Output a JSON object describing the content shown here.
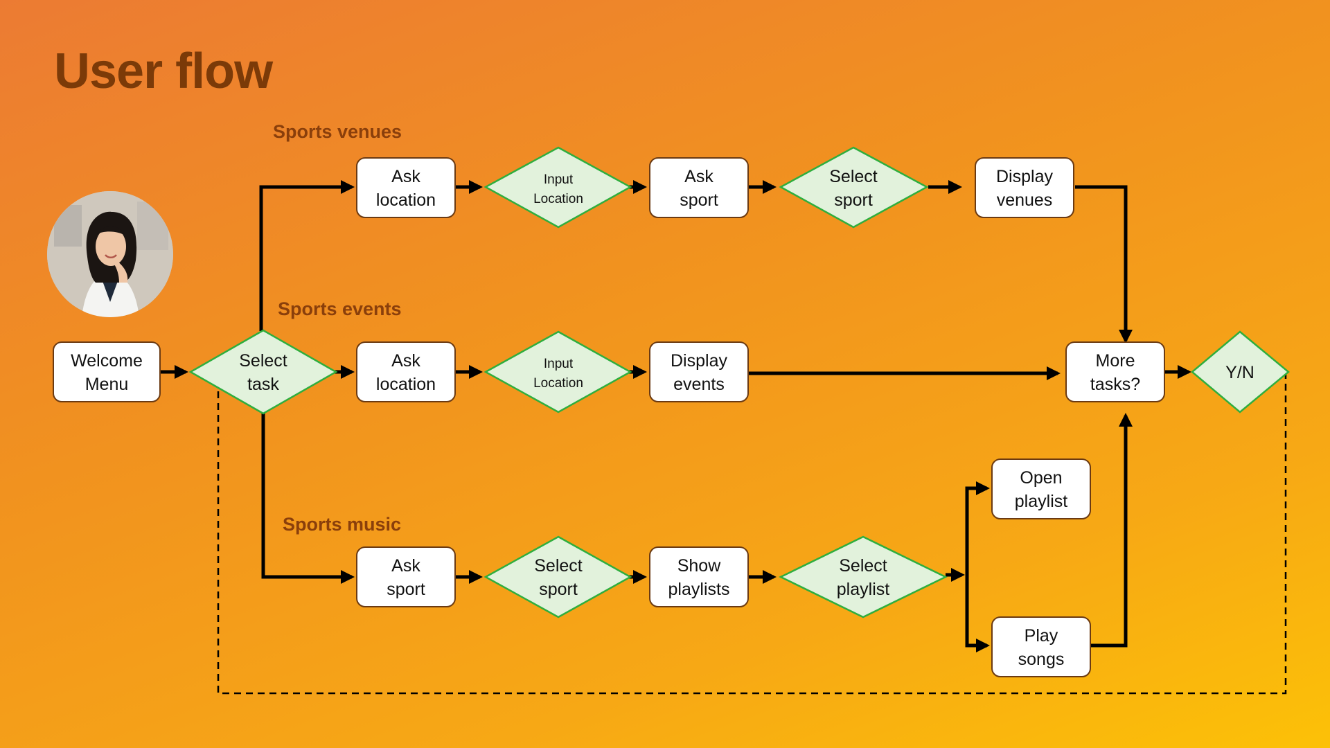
{
  "title": "User flow",
  "sections": {
    "venues": "Sports venues",
    "events": "Sports events",
    "music": "Sports music"
  },
  "nodes": {
    "welcome": [
      "Welcome",
      "Menu"
    ],
    "select_task": [
      "Select",
      "task"
    ],
    "v_ask_location": [
      "Ask",
      "location"
    ],
    "v_input_location": [
      "Input",
      "Location"
    ],
    "v_ask_sport": [
      "Ask",
      "sport"
    ],
    "v_select_sport": [
      "Select",
      "sport"
    ],
    "v_display_venues": [
      "Display",
      "venues"
    ],
    "e_ask_location": [
      "Ask",
      "location"
    ],
    "e_input_location": [
      "Input",
      "Location"
    ],
    "e_display_events": [
      "Display",
      "events"
    ],
    "more_tasks": [
      "More",
      "tasks?"
    ],
    "yn": "Y/N",
    "m_ask_sport": [
      "Ask",
      "sport"
    ],
    "m_select_sport": [
      "Select",
      "sport"
    ],
    "m_show_playlists": [
      "Show",
      "playlists"
    ],
    "m_select_playlist": [
      "Select",
      "playlist"
    ],
    "m_open_playlist": [
      "Open",
      "playlist"
    ],
    "m_play_songs": [
      "Play",
      "songs"
    ]
  },
  "colors": {
    "title": "#7b3a08",
    "decision_fill": "#e2f2dc",
    "decision_stroke": "#2fae3e",
    "box_stroke": "#6b3a12"
  },
  "avatar_icon": "person-photo"
}
